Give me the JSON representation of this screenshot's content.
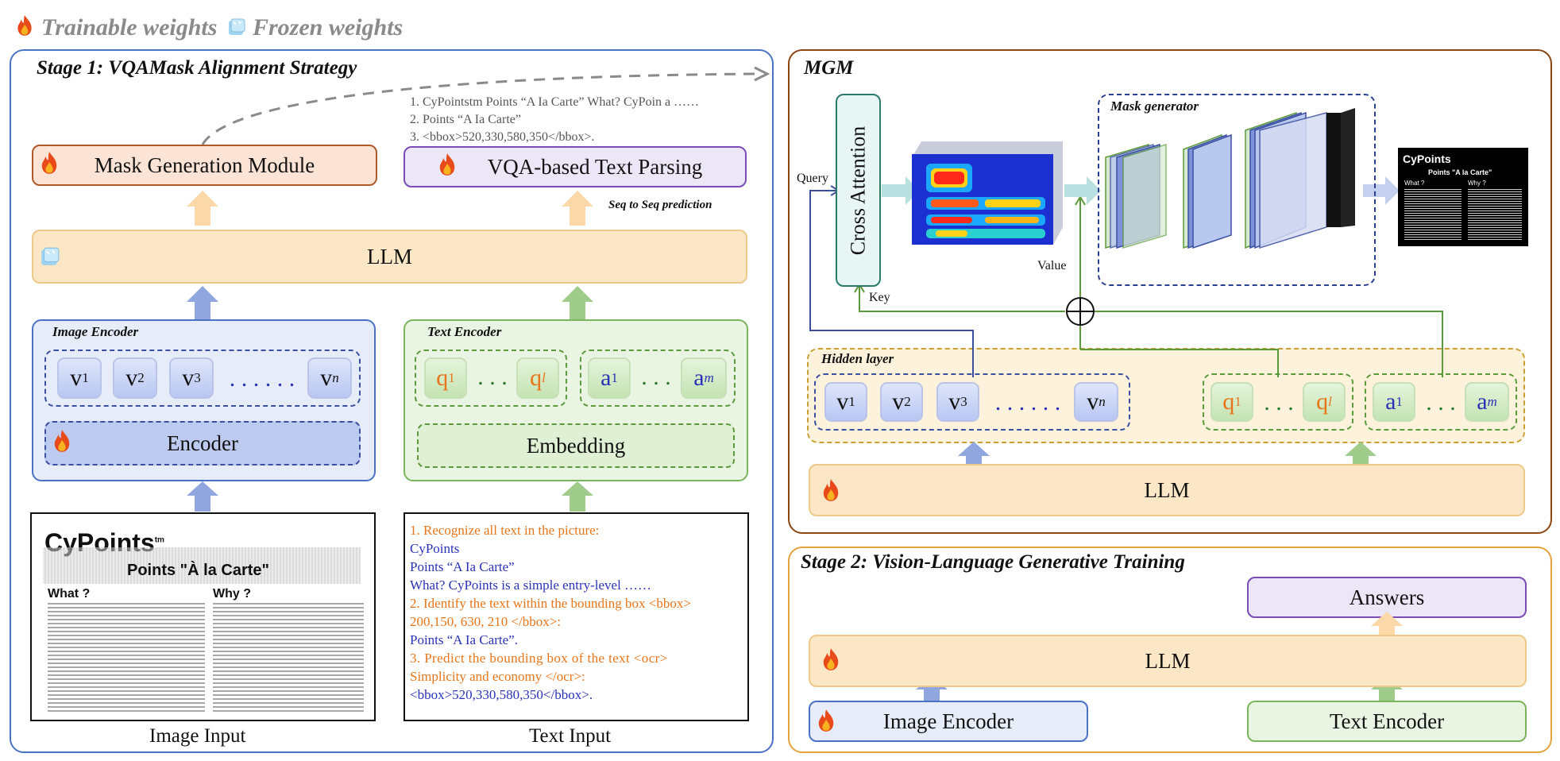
{
  "legend": {
    "trainable": "Trainable weights",
    "frozen": "Frozen weights"
  },
  "stage1": {
    "title": "Stage 1:  VQAMask Alignment Strategy",
    "mask_module": "Mask Generation Module",
    "vqa_parsing": "VQA-based Text Parsing",
    "seq_pred": "Seq to Seq prediction",
    "output_lines": [
      "1. CyPointstm Points “A Ia Carte” What? CyPoin a ……",
      "2. Points “A Ia Carte”",
      "3. <bbox>520,330,580,350</bbox>."
    ],
    "llm": "LLM",
    "image_encoder": {
      "title": "Image Encoder",
      "encoder": "Encoder"
    },
    "text_encoder": {
      "title": "Text Encoder",
      "embedding": "Embedding"
    },
    "image_input_label": "Image Input",
    "text_input_label": "Text Input",
    "text_input_lines": [
      "1. Recognize all text in the picture:",
      "CyPoints",
      "Points “A Ia Carte”",
      "What? CyPoints is a simple entry-level  ……",
      "2. Identify the text within the bounding box <bbox>",
      "200,150, 630, 210 </bbox>:",
      "Points “A Ia Carte”.",
      "3. Predict the bounding box of the text <ocr>",
      "Simplicity and economy </ocr>:",
      "<bbox>520,330,580,350</bbox>."
    ],
    "doc": {
      "brand": "CyPoints",
      "tm": "tm",
      "headline": "Points \"À la Carte\"",
      "what": "What ?",
      "why": "Why ?"
    }
  },
  "mgm": {
    "title": "MGM",
    "cross_attention": "Cross Attention",
    "query": "Query",
    "key": "Key",
    "value": "Value",
    "mask_generator": "Mask generator",
    "hidden_layer": "Hidden layer",
    "llm": "LLM",
    "out_doc": {
      "brand": "CyPoints",
      "headline": "Points \"A la Carte\"",
      "what": "What ?",
      "why": "Why ?"
    }
  },
  "stage2": {
    "title": "Stage 2:  Vision-Language Generative Training",
    "answers": "Answers",
    "llm": "LLM",
    "image_encoder": "Image Encoder",
    "text_encoder": "Text Encoder"
  },
  "colors": {
    "frame_blue": "#4a72c4",
    "frame_brown": "#8b4513",
    "frame_orange": "#e5a23a",
    "llm_fill": "#fbe7c6",
    "trainable_orange": "#e8751a",
    "answer_purple": "#7b4bb5"
  }
}
